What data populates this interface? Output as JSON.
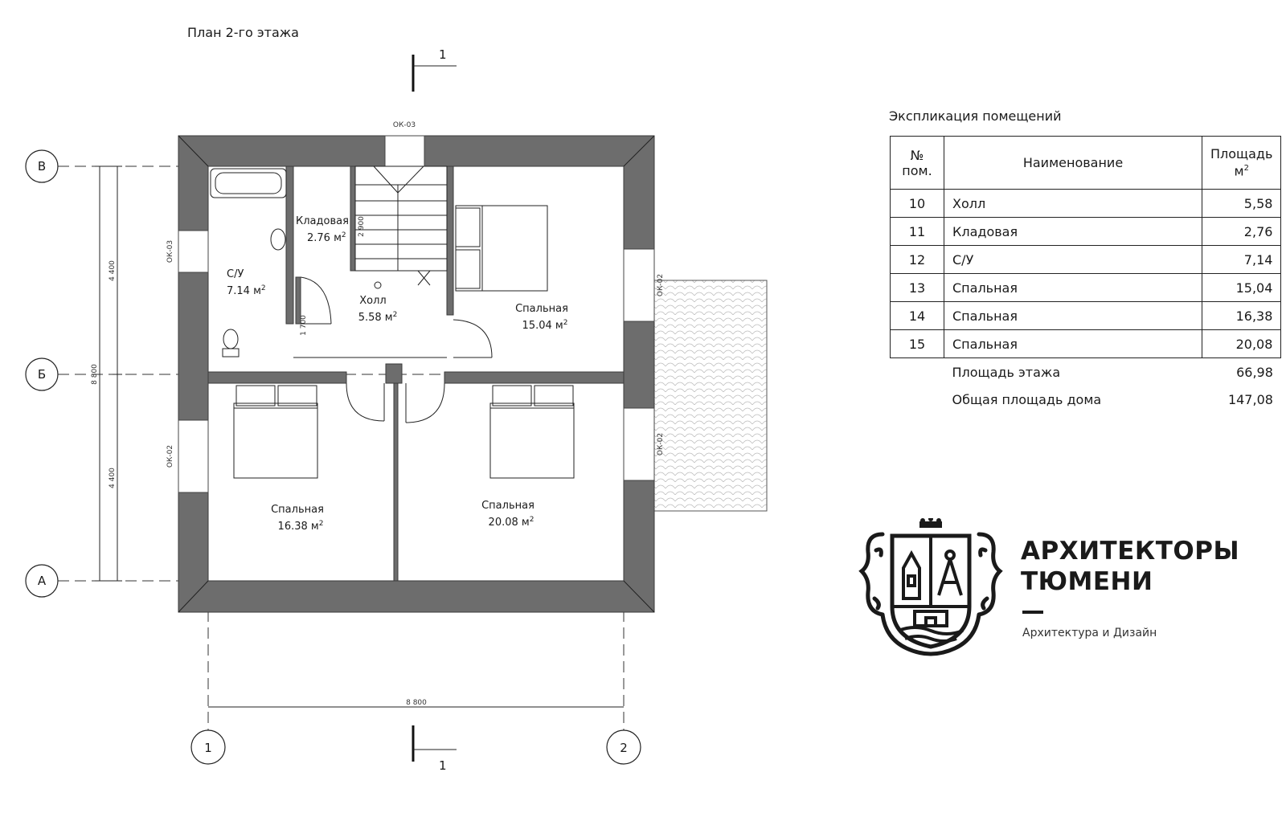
{
  "plan": {
    "title": "План 2-го этажа",
    "section_mark": "1",
    "window_top": "ОК-03",
    "window_left_top": "ОК-03",
    "window_left_bottom": "ОК-02",
    "window_right_top": "ОК-02",
    "window_right_bottom": "ОК-02",
    "axes": {
      "v_top": "В",
      "v_mid": "Б",
      "v_bot": "А",
      "h_left": "1",
      "h_right": "2"
    },
    "dims": {
      "left_upper": "4 400",
      "left_lower": "4 400",
      "left_total": "8 800",
      "bottom_total": "8 800",
      "stair_h": "2 900",
      "hall_h": "1 700"
    },
    "rooms": [
      {
        "name": "С/У",
        "area": "7.14 м",
        "sup": "2"
      },
      {
        "name": "Кладовая",
        "area": "2.76 м",
        "sup": "2"
      },
      {
        "name": "Холл",
        "area": "5.58 м",
        "sup": "2"
      },
      {
        "name": "Спальная",
        "area": "15.04 м",
        "sup": "2"
      },
      {
        "name": "Спальная",
        "area": "16.38 м",
        "sup": "2"
      },
      {
        "name": "Спальная",
        "area": "20.08 м",
        "sup": "2"
      }
    ]
  },
  "explication": {
    "title": "Экспликация помещений",
    "headers": {
      "num": "№ пом.",
      "name": "Наименование",
      "area": "Площадь",
      "area_unit": "м",
      "area_sup": "2"
    },
    "rows": [
      {
        "num": "10",
        "name": "Холл",
        "area": "5,58"
      },
      {
        "num": "11",
        "name": "Кладовая",
        "area": "2,76"
      },
      {
        "num": "12",
        "name": "С/У",
        "area": "7,14"
      },
      {
        "num": "13",
        "name": "Спальная",
        "area": "15,04"
      },
      {
        "num": "14",
        "name": "Спальная",
        "area": "16,38"
      },
      {
        "num": "15",
        "name": "Спальная",
        "area": "20,08"
      }
    ],
    "floor_area_label": "Площадь этажа",
    "floor_area": "66,98",
    "total_area_label": "Общая площадь дома",
    "total_area": "147,08"
  },
  "brand": {
    "line1": "АРХИТЕКТОРЫ",
    "line2": "ТЮМЕНИ",
    "tagline": "Архитектура и Дизайн"
  }
}
